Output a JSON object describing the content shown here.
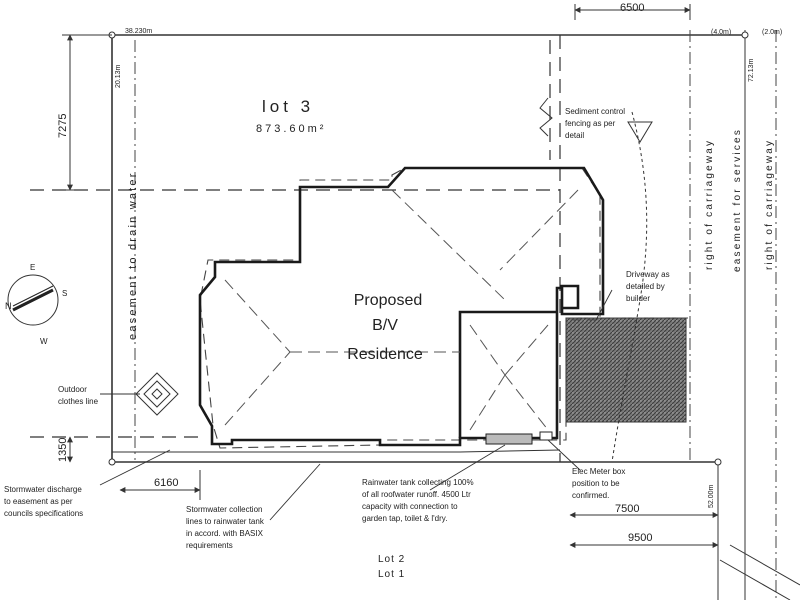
{
  "lot_top": {
    "name": "lot 3",
    "area": "873.60m²"
  },
  "lot_bottom": {
    "line1": "Lot 2",
    "line2": "Lot 1"
  },
  "building": {
    "line1": "Proposed",
    "line2": "B/V",
    "line3": "Residence"
  },
  "dimensions": {
    "top_width": "6500",
    "left_offset": "7275",
    "bottom_left": "6160",
    "left_bottom": "1350",
    "right_inner": "7500",
    "right_outer": "9500",
    "boundary_top_left": "38.230m",
    "boundary_left": "20.13m",
    "boundary_right": "72.13m",
    "boundary_bottom_right": "52.00m",
    "road_a": "(4.0m)",
    "road_b": "(2.0m)"
  },
  "labels": {
    "easement_drain": "easement to drain water",
    "carriageway_1": "right of carriageway",
    "easement_services": "easement for services",
    "carriageway_2": "right of carriageway",
    "sediment": [
      "Sediment control",
      "fencing as per",
      "detail"
    ],
    "driveway": [
      "Driveway as",
      "detailed by",
      "builder"
    ],
    "clothes_line": [
      "Outdoor",
      "clothes line"
    ],
    "stormwater_discharge": [
      "Stormwater discharge",
      "to easement as per",
      "councils specifications"
    ],
    "stormwater_collection": [
      "Stormwater collection",
      "lines to rainwater tank",
      "in accord. with BASIX",
      "requirements"
    ],
    "rainwater_tank": [
      "Rainwater tank collecting 100%",
      "of all roofwater runoff. 4500 Ltr",
      "capacity with connection to",
      "garden tap, toilet & l'dry."
    ],
    "elec_meter": [
      "Elec Meter box",
      "position to be",
      "confirmed."
    ]
  },
  "compass": {
    "n": "N",
    "s": "S",
    "e": "E",
    "w": "W"
  }
}
